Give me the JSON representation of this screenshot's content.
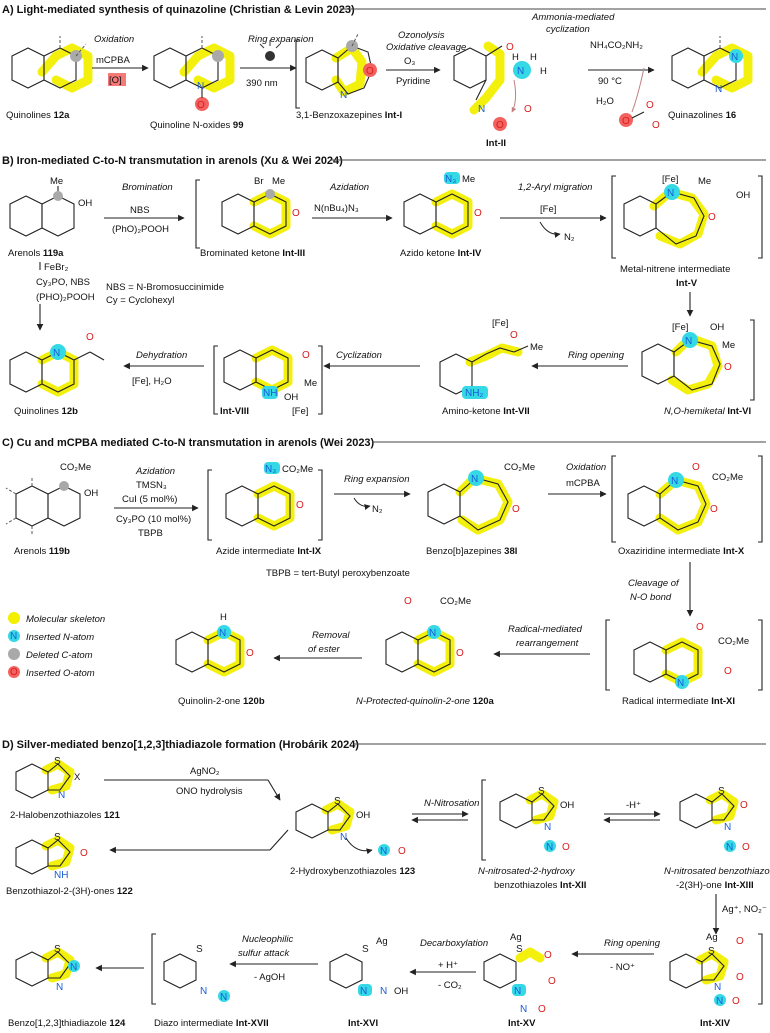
{
  "sections": [
    {
      "title": "A) Light-mediated synthesis of quinazoline (Christian & Levin 2023)",
      "steps": [
        "Oxidation",
        "mCPBA",
        "[O]",
        "Ring expansion",
        "390  nm",
        "Ozonolysis",
        "Oxidative cleavage",
        "O₃",
        "Pyridine",
        "Ammonia-mediated",
        "cyclization",
        "NH₄CO₂NH₂",
        "90 °C",
        "H₂O"
      ],
      "compounds": {
        "c1_name": "Quinolines",
        "c1_num": "12a",
        "c2_name": "Quinoline N-oxides",
        "c2_num": "99",
        "c3_name": "3,1-Benzoxazepines",
        "c3_num": "Int-I",
        "c4_num": "Int-II",
        "c5_name": "Quinazolines",
        "c5_num": "16"
      }
    },
    {
      "title": "B) Iron-mediated C-to-N transmutation in arenols (Xu & Wei 2024)",
      "steps": [
        "Bromination",
        "NBS",
        "(PhO)₂POOH",
        "Azidation",
        "N(nBu₄)N₃",
        "1,2-Aryl migration",
        "[Fe]",
        "N₂",
        "Ring opening",
        "Cyclization",
        "Dehydration",
        "[Fe], H₂O",
        "FeBr₂",
        "Cy₃PO, NBS",
        "(PHO)₂POOH"
      ],
      "notes": [
        "NBS = N-Bromosuccinimide",
        "Cy = Cyclohexyl"
      ],
      "compounds": {
        "c1_name": "Arenols",
        "c1_num": "119a",
        "c2_name": "Brominated ketone",
        "c2_num": "Int-III",
        "c3_name": "Azido ketone",
        "c3_num": "Int-IV",
        "c4_name": "Metal-nitrene intermediate",
        "c4_num": "Int-V",
        "c5_name": "N,O-hemiketal",
        "c5_num": "Int-VI",
        "c6_name": "Amino-ketone",
        "c6_num": "Int-VII",
        "c7_num": "Int-VIII",
        "c8_name": "Quinolines",
        "c8_num": "12b"
      }
    },
    {
      "title": "C) Cu and mCPBA mediated C-to-N transmutation in arenols (Wei 2023)",
      "steps": [
        "Azidation",
        "TMSN₃",
        "CuI (5 mol%)",
        "Cy₃PO (10 mol%)",
        "TBPB",
        "Ring expansion",
        "N₂",
        "Oxidation",
        "mCPBA",
        "Cleavage of",
        "N-O bond",
        "Radical-mediated",
        "rearrangement",
        "Removal",
        "of ester"
      ],
      "notes": [
        "TBPB = tert-Butyl peroxybenzoate"
      ],
      "compounds": {
        "c1_name": "Arenols",
        "c1_num": "119b",
        "c2_name": "Azide intermediate",
        "c2_num": "Int-IX",
        "c3_name": "Benzo[b]azepines",
        "c3_num": "38l",
        "c4_name": "Oxaziridine intermediate",
        "c4_num": "Int-X",
        "c5_name": "Radical intermediate",
        "c5_num": "Int-XI",
        "c6_name": "N-Protected-quinolin-2-one",
        "c6_num": "120a",
        "c7_name": "Quinolin-2-one",
        "c7_num": "120b"
      },
      "legend": [
        "Molecular skeleton",
        "Inserted N-atom",
        "Deleted C-atom",
        "Inserted O-atom"
      ]
    },
    {
      "title": "D) Silver-mediated benzo[1,2,3]thiadiazole formation (Hrobárik 2024)",
      "steps": [
        "AgNO₂",
        "ONO hydrolysis",
        "N-Nitrosation",
        "-H⁺",
        "Ag⁺, NO₂⁻",
        "Ring opening",
        "- NO⁺",
        "Decarboxylation",
        "+ H⁺",
        "- CO₂",
        "Nucleophilic",
        "sulfur attack",
        "- AgOH"
      ],
      "compounds": {
        "c1_name": "2-Halobenzothiazoles",
        "c1_num": "121",
        "c2_name": "Benzothiazol-2-(3H)-ones",
        "c2_num": "122",
        "c3_name": "2-Hydroxybenzothiazoles",
        "c3_num": "123",
        "c4_name": "N-nitrosated-2-hydroxy",
        "c4_name2": "benzothiazoles",
        "c4_num": "Int-XII",
        "c5_name": "N-nitrosated benzothiazol",
        "c5_name2": "-2(3H)-one",
        "c5_num": "Int-XIII",
        "c6_num": "Int-XIV",
        "c7_num": "Int-XV",
        "c8_num": "Int-XVI",
        "c9_name": "Diazo intermediate",
        "c9_num": "Int-XVII",
        "c10_name": "Benzo[1,2,3]thiadiazole",
        "c10_num": "124"
      }
    }
  ],
  "colors": {
    "skeleton": "#f3ef00",
    "inserted_n": "#35d9e6",
    "deleted_c": "#a9a9a9",
    "inserted_o": "#f3625f",
    "nitrogen": "#1a5bd8",
    "oxygen": "#d41f1f"
  }
}
